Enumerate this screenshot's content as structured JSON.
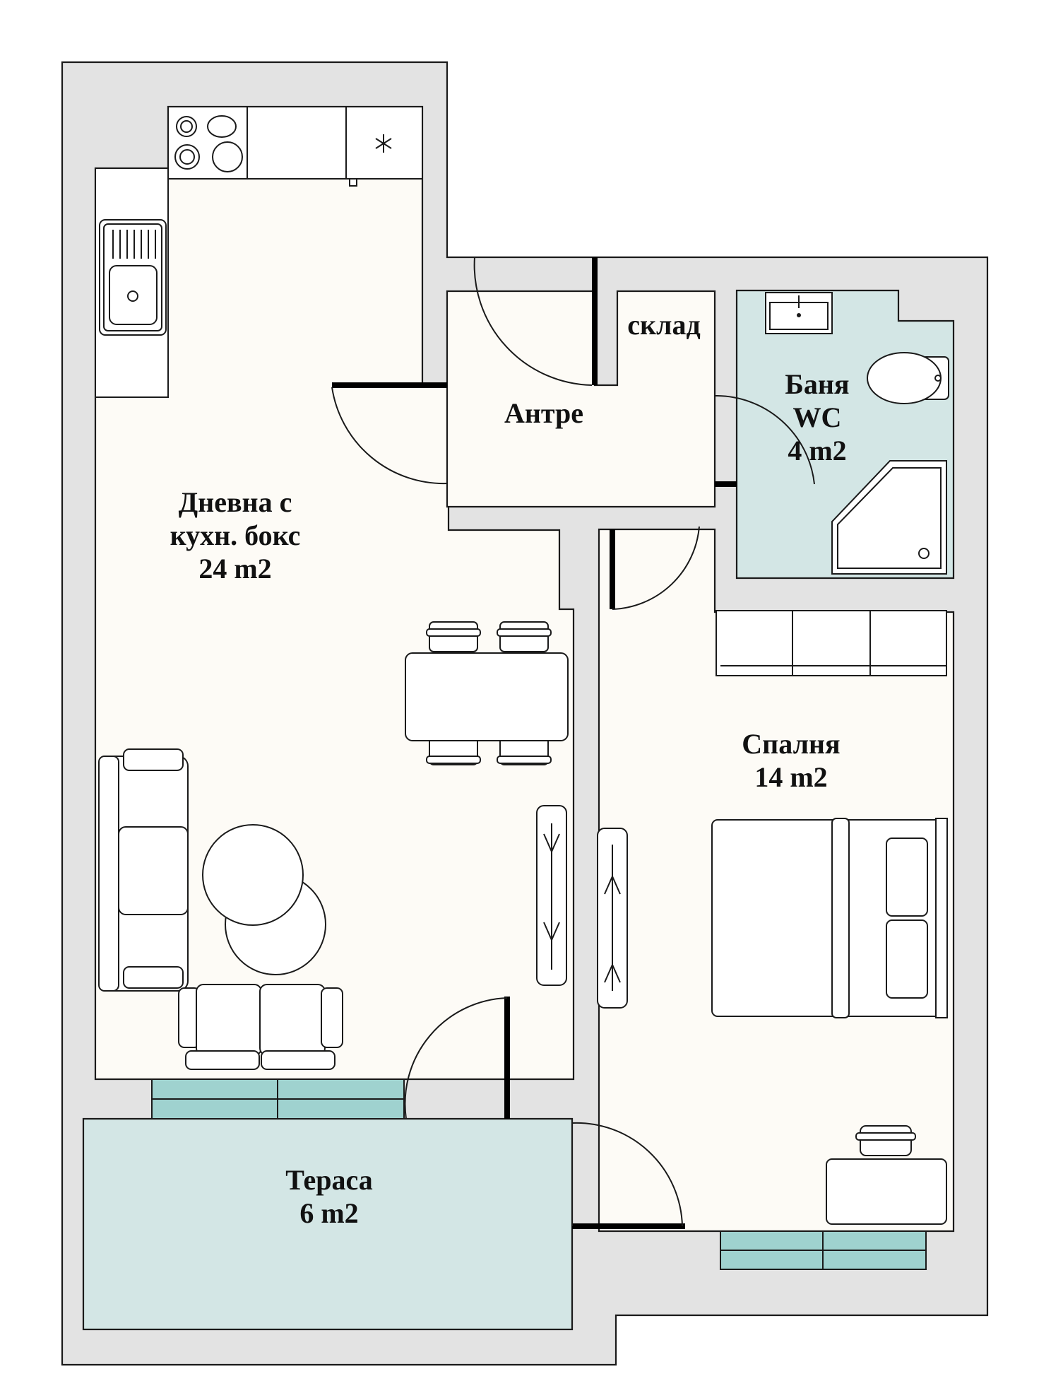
{
  "colors": {
    "wall": "#e3e3e3",
    "floor": "#fdfbf6",
    "wet_area": "#d3e6e5",
    "window_glass": "#9fd2cf",
    "outline": "#1a1a1a"
  },
  "rooms": {
    "living": {
      "name_line1": "Дневна с",
      "name_line2": "кухн. бокс",
      "area": "24 m2"
    },
    "hall": {
      "name": "Антре"
    },
    "storage": {
      "name": "склад"
    },
    "bath": {
      "name_line1": "Баня",
      "name_line2": "WC",
      "area": "4 m2"
    },
    "bedroom": {
      "name": "Спалня",
      "area": "14 m2"
    },
    "terrace": {
      "name": "Тераса",
      "area": "6 m2"
    }
  },
  "fixtures": {
    "hob": "stove-icon",
    "fridge": "snowflake-icon",
    "sink": "kitchen-sink-icon",
    "washbasin": "washbasin-icon",
    "toilet": "toilet-icon",
    "shower": "shower-tray-icon",
    "bed": "double-bed-icon",
    "sofa": "sofa-icon"
  }
}
